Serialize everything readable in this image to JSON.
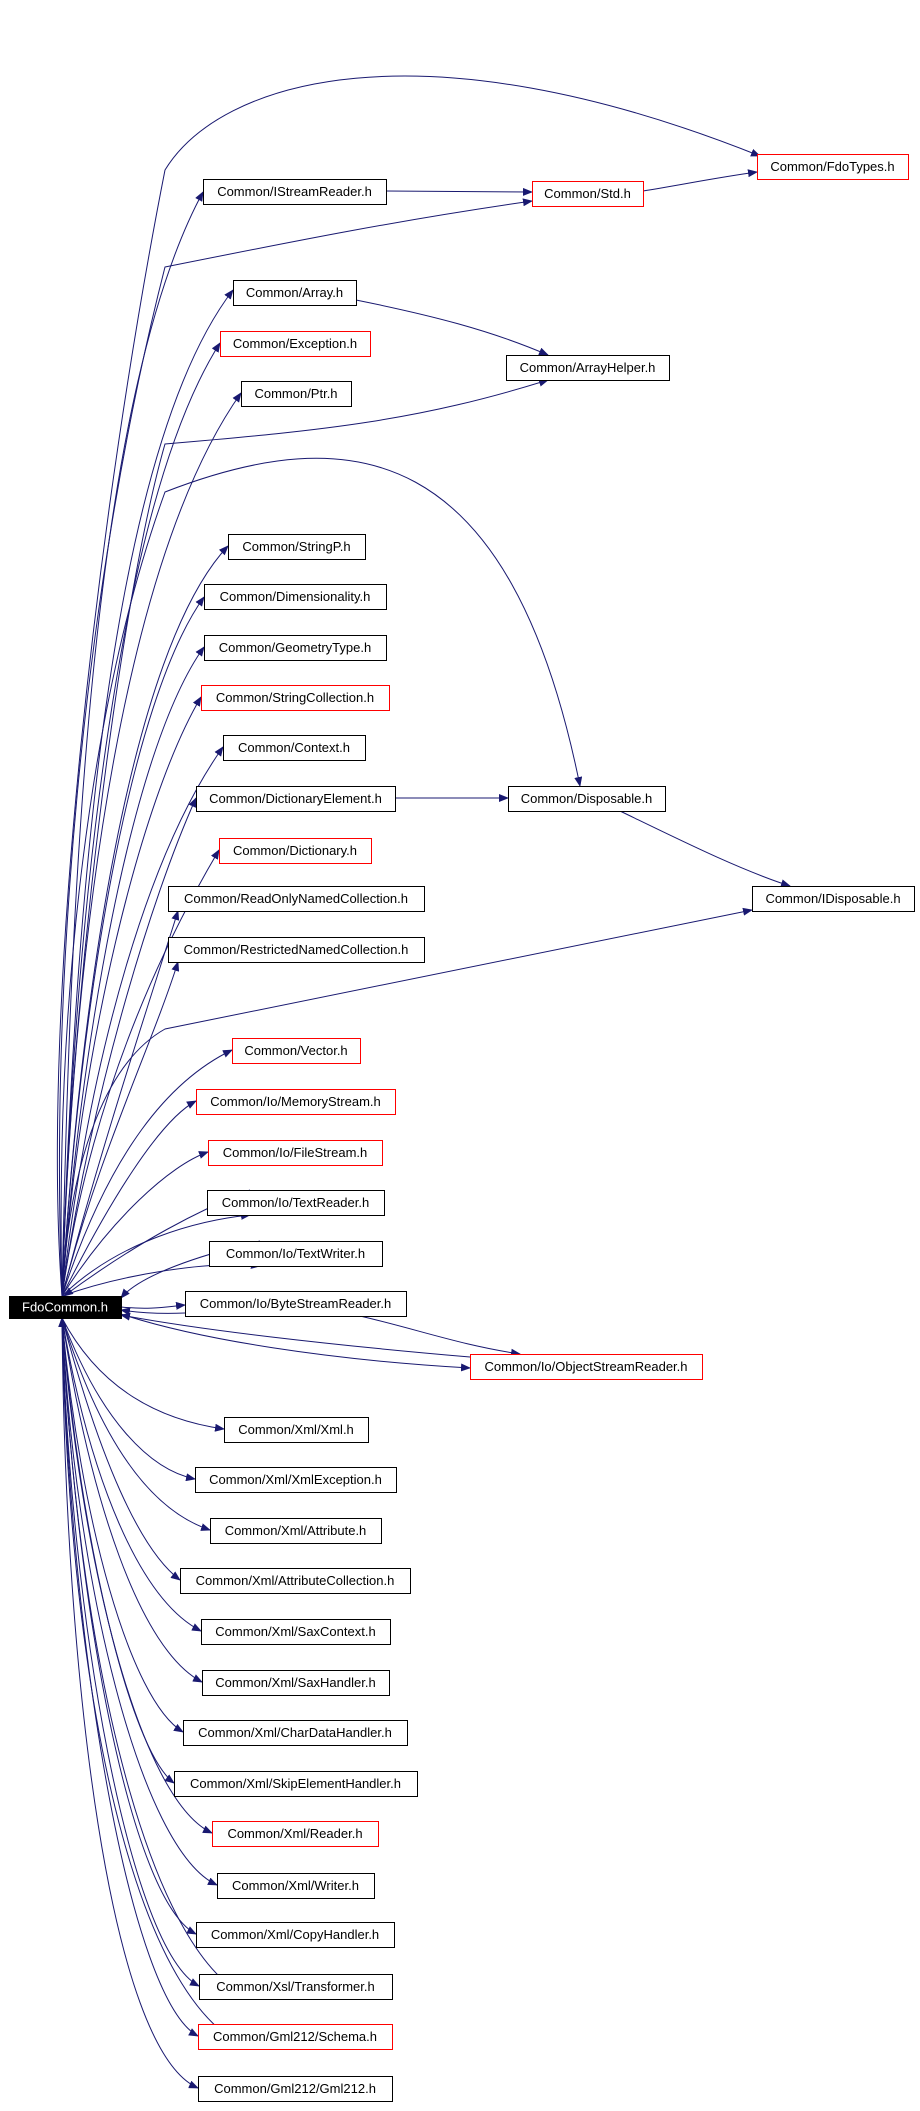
{
  "diagram": {
    "type": "include-dependency-graph",
    "edge_color": "#191970",
    "missing_node_border": "#ff0000",
    "normal_node_border": "#000000",
    "root": {
      "id": "root",
      "label": "FdoCommon.h"
    },
    "nodes": [
      {
        "id": "fdotypes",
        "label": "Common/FdoTypes.h",
        "border": "red"
      },
      {
        "id": "istreamreader",
        "label": "Common/IStreamReader.h",
        "border": "black"
      },
      {
        "id": "std",
        "label": "Common/Std.h",
        "border": "red"
      },
      {
        "id": "array",
        "label": "Common/Array.h",
        "border": "black"
      },
      {
        "id": "exception",
        "label": "Common/Exception.h",
        "border": "red"
      },
      {
        "id": "arrayhelper",
        "label": "Common/ArrayHelper.h",
        "border": "black"
      },
      {
        "id": "ptr",
        "label": "Common/Ptr.h",
        "border": "black"
      },
      {
        "id": "stringp",
        "label": "Common/StringP.h",
        "border": "black"
      },
      {
        "id": "dimensionality",
        "label": "Common/Dimensionality.h",
        "border": "black"
      },
      {
        "id": "geometrytype",
        "label": "Common/GeometryType.h",
        "border": "black"
      },
      {
        "id": "stringcollection",
        "label": "Common/StringCollection.h",
        "border": "red"
      },
      {
        "id": "context",
        "label": "Common/Context.h",
        "border": "black"
      },
      {
        "id": "dictionaryelement",
        "label": "Common/DictionaryElement.h",
        "border": "black"
      },
      {
        "id": "disposable",
        "label": "Common/Disposable.h",
        "border": "black"
      },
      {
        "id": "dictionary",
        "label": "Common/Dictionary.h",
        "border": "red"
      },
      {
        "id": "readonlynamedcollection",
        "label": "Common/ReadOnlyNamedCollection.h",
        "border": "black"
      },
      {
        "id": "idisposable",
        "label": "Common/IDisposable.h",
        "border": "black"
      },
      {
        "id": "restrictednamedcollection",
        "label": "Common/RestrictedNamedCollection.h",
        "border": "black"
      },
      {
        "id": "vector",
        "label": "Common/Vector.h",
        "border": "red"
      },
      {
        "id": "memorystream",
        "label": "Common/Io/MemoryStream.h",
        "border": "red"
      },
      {
        "id": "filestream",
        "label": "Common/Io/FileStream.h",
        "border": "red"
      },
      {
        "id": "textreader",
        "label": "Common/Io/TextReader.h",
        "border": "black"
      },
      {
        "id": "textwriter",
        "label": "Common/Io/TextWriter.h",
        "border": "black"
      },
      {
        "id": "bytestreamreader",
        "label": "Common/Io/ByteStreamReader.h",
        "border": "black"
      },
      {
        "id": "objectstreamreader",
        "label": "Common/Io/ObjectStreamReader.h",
        "border": "red"
      },
      {
        "id": "xml",
        "label": "Common/Xml/Xml.h",
        "border": "black"
      },
      {
        "id": "xmlexception",
        "label": "Common/Xml/XmlException.h",
        "border": "black"
      },
      {
        "id": "attribute",
        "label": "Common/Xml/Attribute.h",
        "border": "black"
      },
      {
        "id": "attributecollection",
        "label": "Common/Xml/AttributeCollection.h",
        "border": "black"
      },
      {
        "id": "saxcontext",
        "label": "Common/Xml/SaxContext.h",
        "border": "black"
      },
      {
        "id": "saxhandler",
        "label": "Common/Xml/SaxHandler.h",
        "border": "black"
      },
      {
        "id": "chardatahandler",
        "label": "Common/Xml/CharDataHandler.h",
        "border": "black"
      },
      {
        "id": "skipelementhandler",
        "label": "Common/Xml/SkipElementHandler.h",
        "border": "black"
      },
      {
        "id": "reader",
        "label": "Common/Xml/Reader.h",
        "border": "red"
      },
      {
        "id": "writer",
        "label": "Common/Xml/Writer.h",
        "border": "black"
      },
      {
        "id": "copyhandler",
        "label": "Common/Xml/CopyHandler.h",
        "border": "black"
      },
      {
        "id": "transformer",
        "label": "Common/Xsl/Transformer.h",
        "border": "black"
      },
      {
        "id": "schema",
        "label": "Common/Gml212/Schema.h",
        "border": "red"
      },
      {
        "id": "gml212",
        "label": "Common/Gml212/Gml212.h",
        "border": "black"
      }
    ],
    "edges": [
      [
        "root",
        "fdotypes"
      ],
      [
        "root",
        "istreamreader"
      ],
      [
        "root",
        "std"
      ],
      [
        "root",
        "array"
      ],
      [
        "root",
        "exception"
      ],
      [
        "root",
        "ptr"
      ],
      [
        "root",
        "arrayhelper"
      ],
      [
        "root",
        "disposable"
      ],
      [
        "root",
        "stringp"
      ],
      [
        "root",
        "dimensionality"
      ],
      [
        "root",
        "geometrytype"
      ],
      [
        "root",
        "stringcollection"
      ],
      [
        "root",
        "context"
      ],
      [
        "root",
        "dictionaryelement"
      ],
      [
        "root",
        "dictionary"
      ],
      [
        "root",
        "readonlynamedcollection"
      ],
      [
        "root",
        "restrictednamedcollection"
      ],
      [
        "root",
        "idisposable"
      ],
      [
        "root",
        "vector"
      ],
      [
        "root",
        "memorystream"
      ],
      [
        "root",
        "filestream"
      ],
      [
        "root",
        "textreader"
      ],
      [
        "root",
        "textwriter"
      ],
      [
        "root",
        "bytestreamreader"
      ],
      [
        "root",
        "objectstreamreader"
      ],
      [
        "root",
        "xml"
      ],
      [
        "root",
        "xmlexception"
      ],
      [
        "root",
        "attribute"
      ],
      [
        "root",
        "attributecollection"
      ],
      [
        "root",
        "saxcontext"
      ],
      [
        "root",
        "saxhandler"
      ],
      [
        "root",
        "chardatahandler"
      ],
      [
        "root",
        "skipelementhandler"
      ],
      [
        "root",
        "reader"
      ],
      [
        "root",
        "writer"
      ],
      [
        "root",
        "copyhandler"
      ],
      [
        "root",
        "transformer"
      ],
      [
        "root",
        "schema"
      ],
      [
        "root",
        "gml212"
      ],
      [
        "istreamreader",
        "std"
      ],
      [
        "std",
        "fdotypes"
      ],
      [
        "array",
        "arrayhelper"
      ],
      [
        "dictionaryelement",
        "disposable"
      ],
      [
        "disposable",
        "idisposable"
      ],
      [
        "textreader",
        "root"
      ],
      [
        "textwriter",
        "root"
      ],
      [
        "bytestreamreader",
        "root"
      ],
      [
        "bytestreamreader",
        "objectstreamreader"
      ],
      [
        "objectstreamreader",
        "root"
      ],
      [
        "transformer",
        "root"
      ],
      [
        "schema",
        "root"
      ]
    ]
  }
}
